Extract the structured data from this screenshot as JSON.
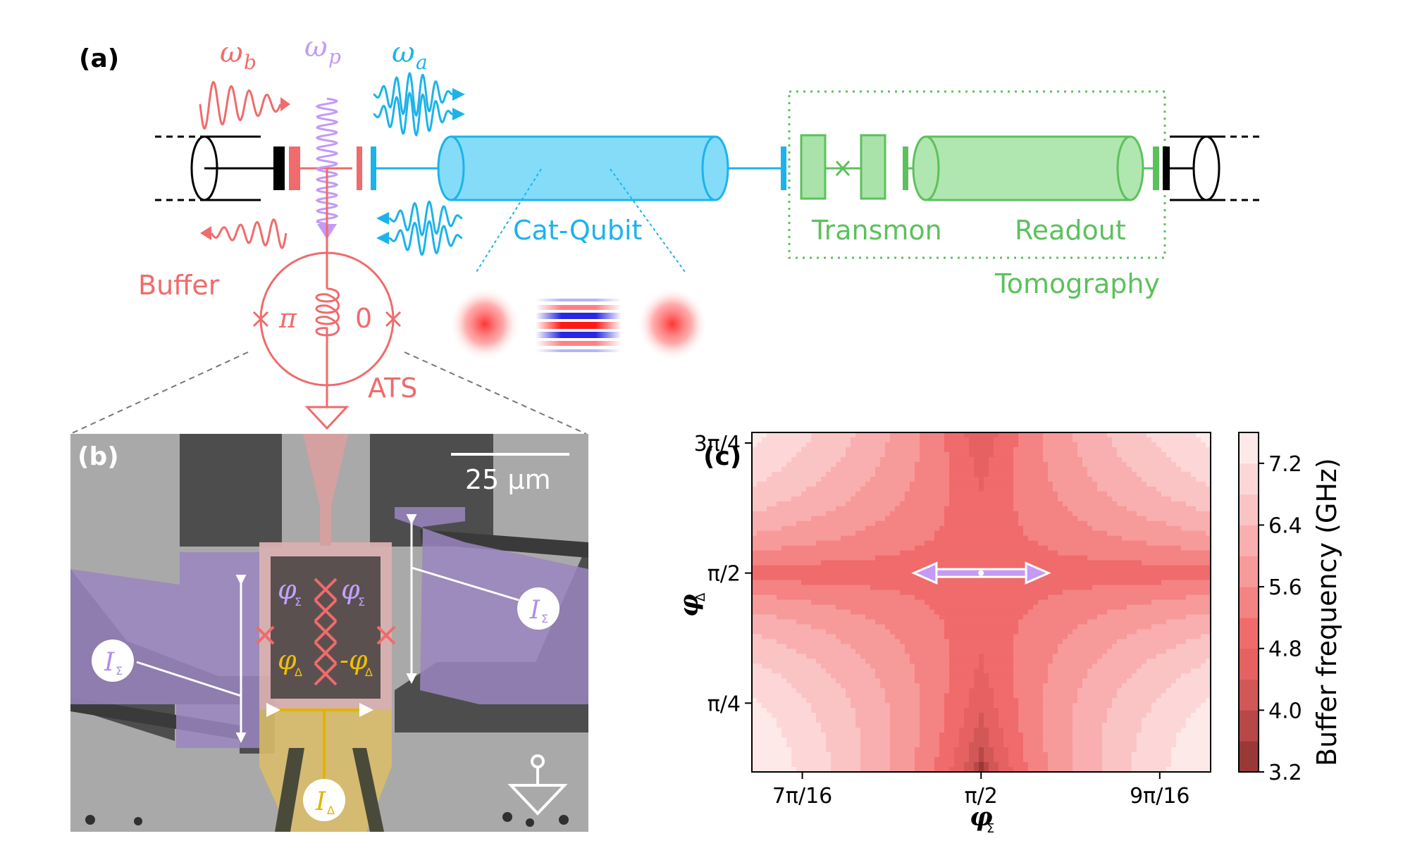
{
  "panel_a": {
    "label": "(a)",
    "omega_b": "ω",
    "omega_b_sub": "b",
    "omega_p": "ω",
    "omega_p_sub": "p",
    "omega_a": "ω",
    "omega_a_sub": "a",
    "buffer": "Buffer",
    "pi": "π",
    "zero": "0",
    "ats": "ATS",
    "cat_qubit": "Cat-Qubit",
    "transmon": "Transmon",
    "readout": "Readout",
    "tomography": "Tomography",
    "colors": {
      "buffer": "#f06b6b",
      "pump": "#c49af5",
      "cat": "#1cb3ea",
      "tomo": "#5cc15c"
    }
  },
  "panel_b": {
    "label": "(b)",
    "scale": "25 μm",
    "phi_sigma": "φ",
    "phi_sigma_sub": "Σ",
    "phi_delta": "φ",
    "phi_delta_minus": "-φ",
    "phi_delta_sub": "Δ",
    "i_sigma": "I",
    "i_sigma_sub": "Σ",
    "i_delta": "I",
    "i_delta_sub": "Δ"
  },
  "panel_c": {
    "label": "(c)",
    "colorbar_label": "Buffer frequency (GHz)"
  },
  "chart_data": {
    "type": "heatmap",
    "title": "",
    "xlabel": "φ_Σ",
    "ylabel": "φ_Δ",
    "xlim": [
      1.319,
      1.823
    ],
    "ylim": [
      0.37,
      2.42
    ],
    "xticks": [
      {
        "value": 1.3744,
        "label": "7π/16"
      },
      {
        "value": 1.5708,
        "label": "π/2"
      },
      {
        "value": 1.7671,
        "label": "9π/16"
      }
    ],
    "yticks": [
      {
        "value": 0.7854,
        "label": "π/4"
      },
      {
        "value": 1.5708,
        "label": "π/2"
      },
      {
        "value": 2.3562,
        "label": "3π/4"
      }
    ],
    "colorbar": {
      "label": "Buffer frequency (GHz)",
      "range": [
        3.2,
        7.6
      ],
      "ticks": [
        3.2,
        4.0,
        4.8,
        5.6,
        6.4,
        7.2
      ],
      "levels": [
        3.2,
        3.6,
        4.0,
        4.4,
        4.8,
        5.2,
        5.6,
        6.0,
        6.4,
        6.8,
        7.2,
        7.6
      ]
    },
    "operating_point": {
      "x": 1.5708,
      "y": 1.5708
    },
    "pump_arrow": {
      "x_from": 1.497,
      "x_to": 1.645,
      "y": 1.5708
    }
  }
}
